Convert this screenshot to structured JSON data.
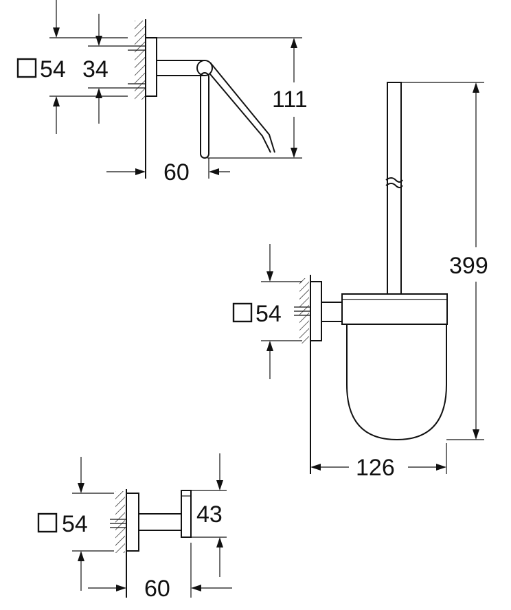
{
  "dimensions": {
    "paper_holder": {
      "square_size": "54",
      "height": "34",
      "depth": "111",
      "projection": "60"
    },
    "brush_holder": {
      "square_size": "54",
      "height": "399",
      "width": "126"
    },
    "towel_hook": {
      "square_size": "54",
      "height": "43",
      "projection": "60"
    }
  },
  "icons": {
    "square_symbol": "square-outline-icon"
  }
}
